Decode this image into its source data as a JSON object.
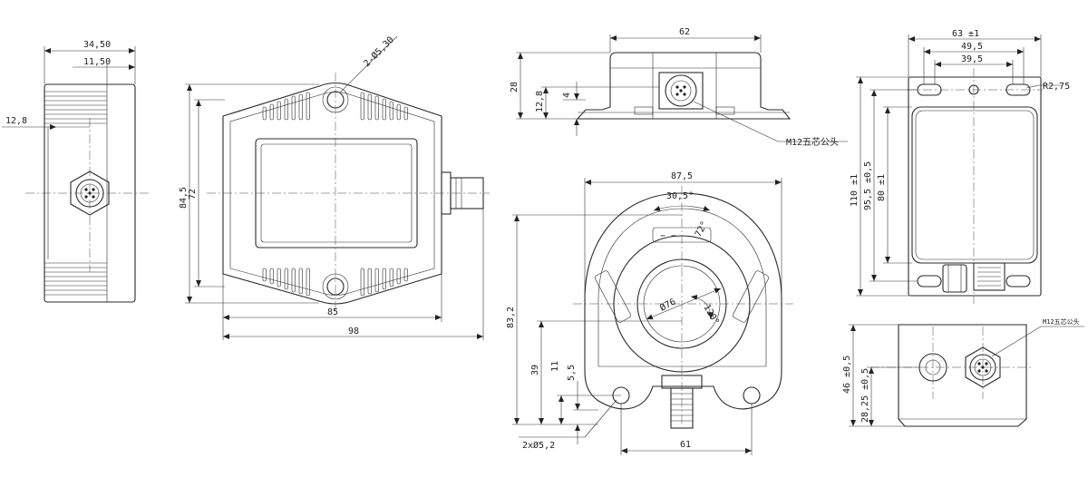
{
  "views": {
    "side": {
      "dims": {
        "width_total": "34,50",
        "width_fin": "11,50",
        "connector_offset": "12,8"
      }
    },
    "front": {
      "dims": {
        "hole_callout": "2-Ø5,30",
        "height_outer": "84,5",
        "height_inner": "72",
        "width_inner": "85",
        "width_outer": "98"
      }
    },
    "top": {
      "dims": {
        "width": "62",
        "height": "28",
        "flange_height": "12,8",
        "flange_thickness": "4"
      },
      "connector_label": "M12五芯公头"
    },
    "round": {
      "dims": {
        "width": "87,5",
        "angle_top": "30,5°",
        "angle_slot": "72°",
        "diameter": "Ø76",
        "angle_120": "120°",
        "height": "83,2",
        "h39": "39",
        "h11": "11",
        "h55": "5,5",
        "holes": "2xØ5,2",
        "base_width": "61"
      }
    },
    "right_plan": {
      "dims": {
        "w63": "63 ±1",
        "w495": "49,5",
        "w395": "39,5",
        "radius": "R2,75",
        "h110": "110 ±1",
        "h955": "95,5 ±0,5",
        "h80": "80 ±1"
      }
    },
    "right_side": {
      "dims": {
        "h46": "46 ±0,5",
        "h2825": "28,25 ±0,5"
      },
      "connector_label": "M12五芯公头"
    }
  }
}
